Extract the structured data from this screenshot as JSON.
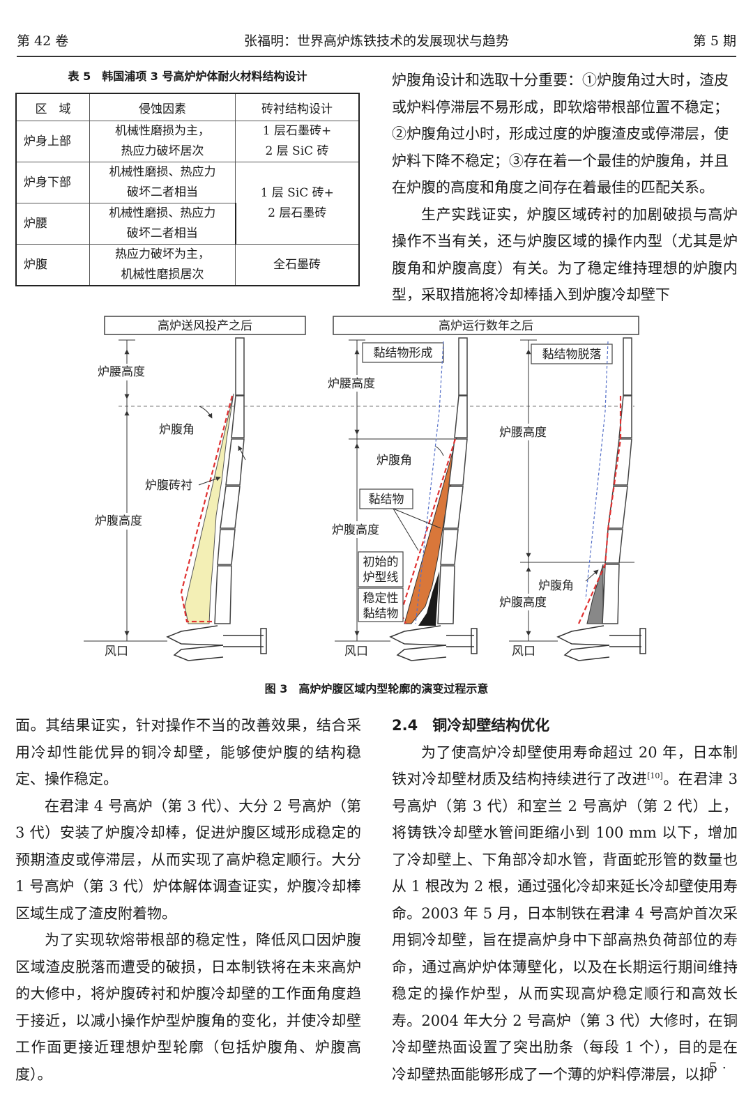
{
  "header": {
    "left": "第 42 卷",
    "center": "张福明：世界高炉炼铁技术的发展现状与趋势",
    "right": "第 5 期"
  },
  "table": {
    "caption": "表 5　韩国浦项 3 号高炉炉体耐火材料结构设计",
    "headers": [
      "区　域",
      "侵蚀因素",
      "砖衬结构设计"
    ],
    "rows": [
      {
        "region": "炉身上部",
        "erosion_1": "机械性磨损为主，",
        "erosion_2": "热应力破坏居次",
        "design_1": "1 层石墨砖+",
        "design_2": "2 层 SiC 砖"
      },
      {
        "region": "炉身下部",
        "erosion_1": "机械性磨损、热应力",
        "erosion_2": "破坏二者相当",
        "design_1": "1 层 SiC 砖+",
        "design_2": "2 层石墨砖"
      },
      {
        "region": "炉腰",
        "erosion_1": "机械性磨损、热应力",
        "erosion_2": "破坏二者相当"
      },
      {
        "region": "炉腹",
        "erosion_1": "热应力破坏为主，",
        "erosion_2": "机械性磨损居次",
        "design_1": "全石墨砖"
      }
    ]
  },
  "right_top": {
    "lines": [
      "炉腹角设计和选取十分重要：①炉腹角过大时，渣皮",
      "或炉料停滞层不易形成，即软熔带根部位置不稳定；",
      "②炉腹角过小时，形成过度的炉腹渣皮或停滞层，使",
      "炉料下降不稳定；③存在着一个最佳的炉腹角，并且",
      "在炉腹的高度和角度之间存在着最佳的匹配关系。"
    ],
    "para2": "生产实践证实，炉腹区域砖衬的加剧破损与高炉操作不当有关，还与炉腹区域的操作内型（尤其是炉腹角和炉腹高度）有关。为了稳定维持理想的炉腹内型，采取措施将冷却棒插入到炉腹冷却壁下"
  },
  "figure": {
    "title_left": "高炉送风投产之后",
    "title_right": "高炉运行数年之后",
    "box_formation": "黏结物形成",
    "box_falloff": "黏结物脱落",
    "waist_height": "炉腰高度",
    "bosh_angle": "炉腹角",
    "bosh_lining": "炉腹砖衬",
    "bosh_height": "炉腹高度",
    "tuyere": "风口",
    "accretion": "黏结物",
    "initial_line_1": "初始的",
    "initial_line_2": "炉型线",
    "stable_1": "稳定性",
    "stable_2": "黏结物",
    "caption": "图 3　高炉炉腹区域内型轮廓的演变过程示意"
  },
  "left_bottom": {
    "p1": "面。其结果证实，针对操作不当的改善效果，结合采用冷却性能优异的铜冷却壁，能够使炉腹的结构稳定、操作稳定。",
    "p2": "在君津 4 号高炉（第 3 代）、大分 2 号高炉（第 3 代）安装了炉腹冷却棒，促进炉腹区域形成稳定的预期渣皮或停滞层，从而实现了高炉稳定顺行。大分 1 号高炉（第 3 代）炉体解体调查证实，炉腹冷却棒区域生成了渣皮附着物。",
    "p3": "为了实现软熔带根部的稳定性，降低风口因炉腹区域渣皮脱落而遭受的破损，日本制铁将在未来高炉的大修中，将炉腹砖衬和炉腹冷却壁的工作面角度趋于接近，以减小操作炉型炉腹角的变化，并使冷却壁工作面更接近理想炉型轮廓（包括炉腹角、炉腹高度）。"
  },
  "right_bottom": {
    "section": "2.4　铜冷却壁结构优化",
    "p1_a": "为了使高炉冷却壁使用寿命超过 20 年，日本制铁对冷却壁材质及结构持续进行了改进",
    "p1_ref": "[10]",
    "p1_b": "。在君津 3 号高炉（第 3 代）和室兰 2 号高炉（第 2 代）上，将铸铁冷却壁水管间距缩小到 100 mm 以下，增加了冷却壁上、下角部冷却水管，背面蛇形管的数量也从 1 根改为 2 根，通过强化冷却来延长冷却壁使用寿命。2003 年 5 月，日本制铁在君津 4 号高炉首次采用铜冷却壁，旨在提高炉身中下部高热负荷部位的寿命，通过高炉炉体薄壁化，以及在长期运行期间维持稳定的操作炉型，从而实现高炉稳定顺行和高效长寿。2004 年大分 2 号高炉（第 3 代）大修时，在铜冷却壁热面设置了突出肋条（每段 1 个），目的是在冷却壁热面能够形成了一个薄的炉料停滞层，以抑"
  },
  "page_number": "· 5 ·",
  "colors": {
    "lining": "#f3efb5",
    "accretion": "#d9773a",
    "stable": "#1a1a1a",
    "red_line": "#e03030",
    "blue_line": "#5570c8",
    "grey": "#888888"
  }
}
